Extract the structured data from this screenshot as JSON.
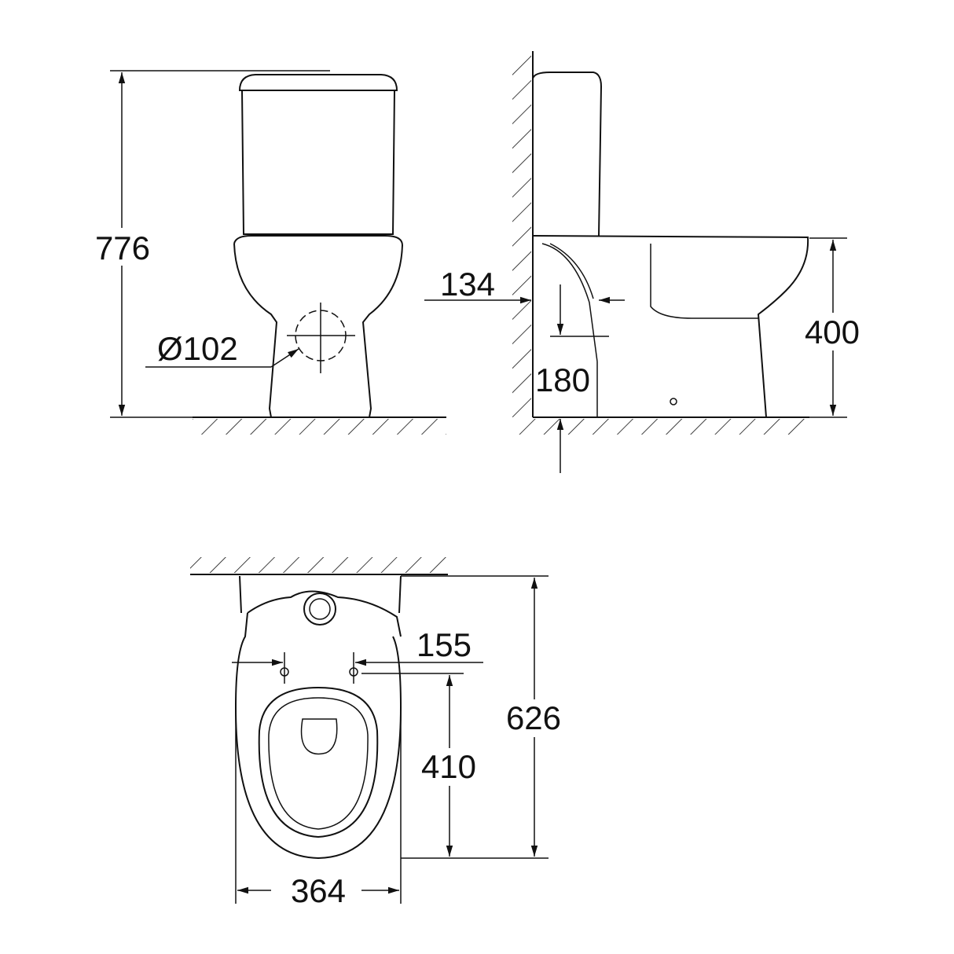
{
  "dimensions": {
    "total_height": "776",
    "outlet_diameter": "Ø102",
    "outlet_wall_distance": "134",
    "outlet_height": "180",
    "seat_height": "400",
    "fixing_holes_spacing": "155",
    "holes_to_front": "410",
    "total_depth": "626",
    "width": "364"
  },
  "colors": {
    "line": "#111111",
    "background": "#ffffff"
  }
}
